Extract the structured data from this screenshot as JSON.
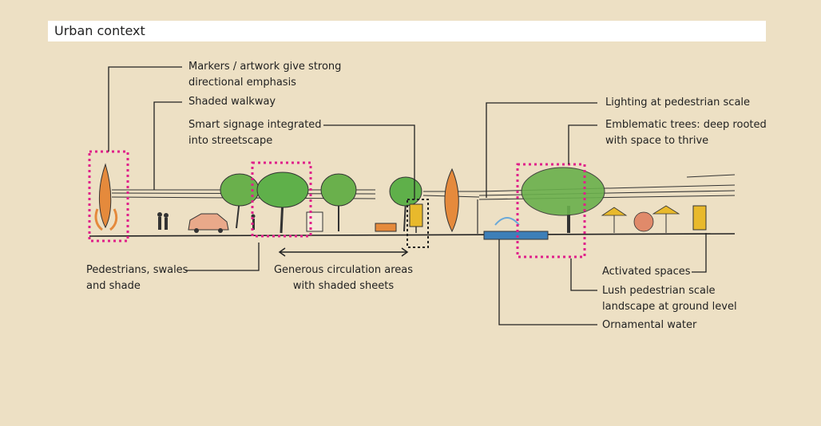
{
  "title": "Urban context",
  "colors": {
    "background": "#ede0c4",
    "highlight_box": "#e0208a",
    "tree_green": "#5fb04a",
    "accent_orange": "#e58a3c",
    "water_blue": "#3d7fb8"
  },
  "labels": {
    "markers": "Markers / artwork give strong\ndirectional emphasis",
    "walkway": "Shaded walkway",
    "signage": "Smart signage integrated\ninto streetscape",
    "lighting": "Lighting at pedestrian scale",
    "trees": "Emblematic trees: deep rooted\nwith space to thrive",
    "pedestrians": "Pedestrians, swales\nand shade",
    "circulation": "Generous circulation areas\nwith shaded sheets",
    "activated": "Activated spaces",
    "lush": "Lush pedestrian scale\nlandscape at ground level",
    "water": "Ornamental water"
  }
}
